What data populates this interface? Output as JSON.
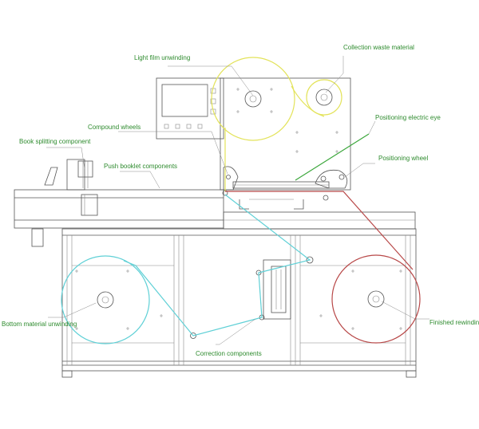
{
  "labels": {
    "light_film_unwinding": "Light film unwinding",
    "collection_waste_material": "Collection waste material",
    "compound_wheels": "Compound wheels",
    "positioning_electric_eye": "Positioning electric eye",
    "book_splitting_component": "Book splitting component",
    "positioning_wheel": "Positioning wheel",
    "push_booklet_components": "Push booklet components",
    "bottom_material_unwinding": "Bottom material unwinding",
    "finished_rewinding": "Finished rewinding",
    "correction_components": "Correction components"
  },
  "colors": {
    "label_text": "#2e8b2e",
    "line_art": "#555555",
    "light_film_path": "#e3e35a",
    "bottom_material_path": "#5fd0d6",
    "finished_path": "#b84848",
    "eye_beam": "#3aa63a"
  }
}
